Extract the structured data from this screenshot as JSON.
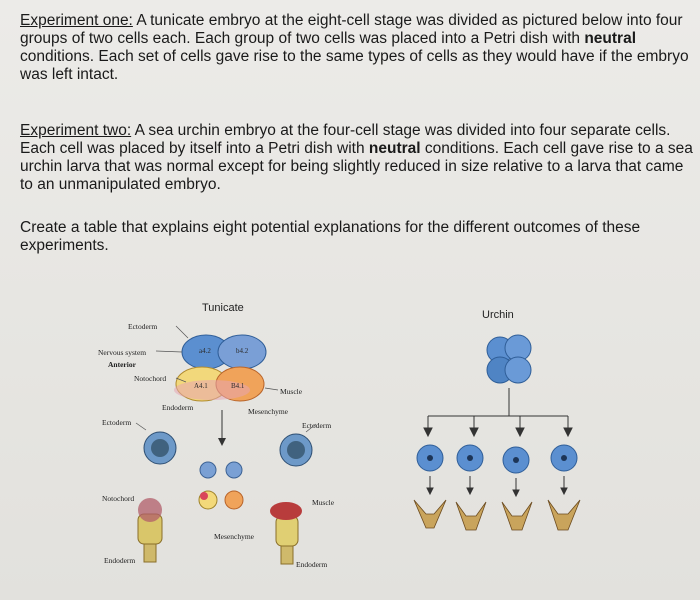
{
  "experiment1": {
    "heading": "Experiment one:",
    "text_a": " A tunicate embryo at the eight-cell stage was divided as pictured below into four groups of two cells each. Each group of two cells was placed into a Petri dish with ",
    "bold": "neutral",
    "text_b": " conditions. Each set of cells gave rise to the same types of cells as they would have if the embryo was left intact."
  },
  "experiment2": {
    "heading": "Experiment two:",
    "text_a": " A sea urchin embryo at the four-cell stage was divided into four separate cells. Each cell was placed by itself into a Petri dish with ",
    "bold": "neutral",
    "text_b": " conditions. Each cell gave rise to a sea urchin larva that was normal except for being slightly reduced in size relative to a larva that came to an unmanipulated embryo."
  },
  "task": "Create a table that explains eight potential explanations for the different outcomes of these experiments.",
  "figure": {
    "tunicate_title": "Tunicate",
    "urchin_title": "Urchin",
    "labels": {
      "ectoderm": "Ectoderm",
      "nervous": "Nervous system",
      "anterior": "Anterior",
      "notochord": "Notochord",
      "endoderm": "Endoderm",
      "muscle": "Muscle",
      "mesenchyme": "Mesenchyme",
      "notochord2": "Notochord",
      "endoderm2": "Endoderm"
    },
    "cells": {
      "a42": "a4.2",
      "b42": "b4.2",
      "a41": "A4.1",
      "b41": "B4.1"
    }
  }
}
